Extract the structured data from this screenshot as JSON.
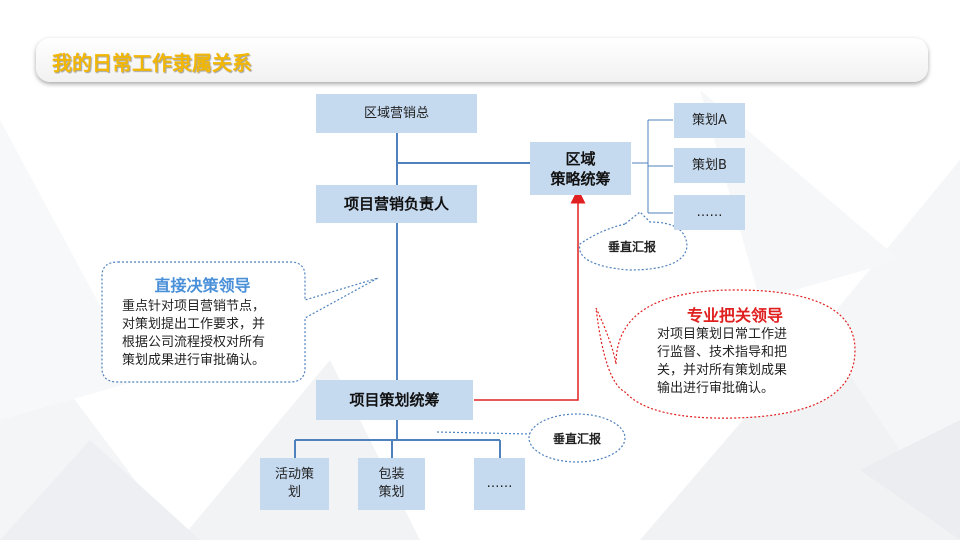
{
  "title": "我的日常工作隶属关系",
  "boxes": {
    "regional_marketing_head": "区域营销总",
    "project_marketing_lead": "项目营销负责人",
    "regional_planning_coord": "区域\n策略统筹",
    "project_planning_coord": "项目策划统筹",
    "planner_a": "策划A",
    "planner_b": "策划B",
    "planner_more": "……",
    "activity_planning": "活动策\n划",
    "packaging_planning": "包装\n策划",
    "sub_more": "……"
  },
  "callouts": {
    "direct_leadership": {
      "title": "直接决策领导",
      "lines": [
        "重点针对项目营销节点，",
        "对策划提出工作要求，并",
        "根据公司流程授权对所有",
        "策划成果进行审批确认。"
      ]
    },
    "professional_leadership": {
      "title": "专业把关领导",
      "lines": [
        "对项目策划日常工作进",
        "行监督、技术指导和把",
        "关，并对所有策划成果",
        "输出进行审批确认。"
      ]
    },
    "vertical_report_top": "垂直汇报",
    "vertical_report_bottom": "垂直汇报"
  },
  "colors": {
    "title": "#f2b705",
    "box_fill": "#c5d9ef",
    "connector": "#4f81bd",
    "report_arrow": "#e02020",
    "direct_title": "#4a90d9",
    "professional_title": "#e02020"
  }
}
